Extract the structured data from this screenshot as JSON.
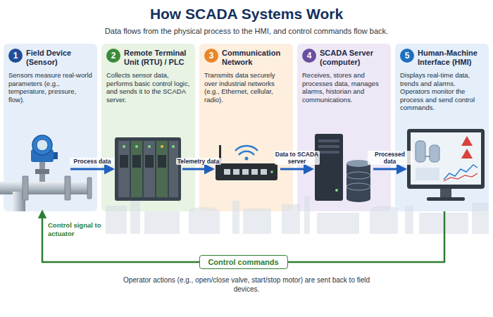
{
  "diagram": {
    "title": "How SCADA Systems Work",
    "nodes": [
      {
        "text": [
          "1",
          "Field Device (Sensor)",
          "Sensors measure real-world parameters (e.g., temperature, pressure, flow)."
        ]
      },
      {
        "text": [
          "2",
          "Remote Terminal Unit (RTU) / PLC",
          "Collects sensor data, performs basic control logic, and sends it to the SCADA server."
        ]
      },
      {
        "text": [
          "3",
          "Communication Network",
          "Transmits data securely over industrial networks (e.g., Ethernet, cellular, radio)."
        ]
      },
      {
        "text": [
          "4",
          "SCADA Server (computer)",
          "Receives, stores and processes data, manages alarms, historian and communications."
        ]
      },
      {
        "text": [
          "5",
          "Human-Machine Interface (HMI)",
          "Displays real-time data, trends and alarms. Operators monitor the process and send control commands."
        ]
      }
    ],
    "edges": [
      {
        "from": 0,
        "to": 1,
        "label": "Process data",
        "arrow": "to"
      },
      {
        "from": 1,
        "to": 2,
        "label": "Telemetry data",
        "arrow": "to"
      },
      {
        "from": 2,
        "to": 3,
        "label": "Data to SCADA server",
        "arrow": "to"
      },
      {
        "from": 3,
        "to": 4,
        "label": "Processed data",
        "arrow": "to"
      },
      {
        "from": 4,
        "to": 0,
        "label": "Control commands",
        "arrow": "to"
      }
    ],
    "labels": [
      "Data flows from the physical process to the HMI, and control commands flow back.",
      "Control signal to actuator",
      "Operator actions (e.g., open/close valve, start/stop motor) are sent back to field devices."
    ]
  }
}
